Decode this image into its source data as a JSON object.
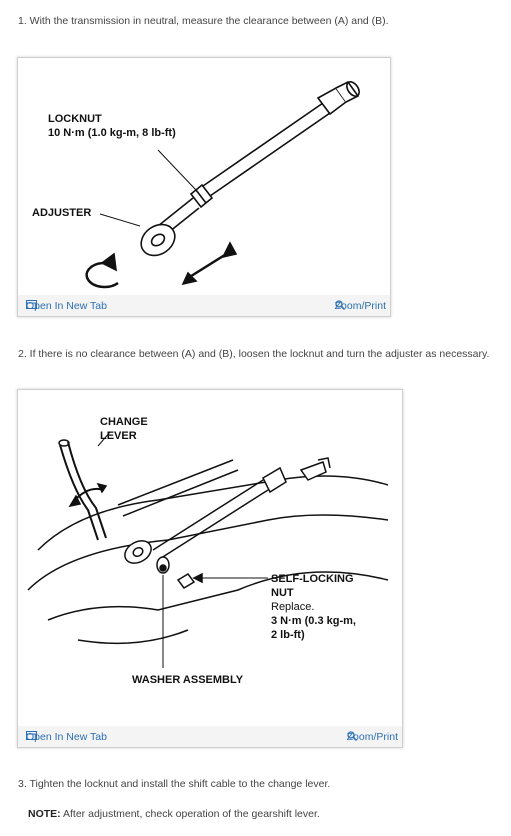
{
  "steps": [
    "1. With the transmission in neutral, measure the clearance between (A) and (B).",
    "2. If there is no clearance between (A) and (B), loosen the locknut and turn the adjuster as necessary.",
    "3. Tighten the locknut and install the shift cable to the change lever."
  ],
  "figure1": {
    "locknut_label": "LOCKNUT",
    "locknut_torque": "10 N·m (1.0 kg-m, 8 lb-ft)",
    "adjuster_label": "ADJUSTER",
    "open_link": "Open In New Tab",
    "zoom_link": "Zoom/Print"
  },
  "figure2": {
    "change_label": "CHANGE",
    "lever_label": "LEVER",
    "nut_label_1": "SELF-LOCKING",
    "nut_label_2": "NUT",
    "replace_label": "Replace.",
    "torque_1": "3 N·m (0.3 kg-m,",
    "torque_2": "2 lb-ft)",
    "washer_label": "WASHER ASSEMBLY",
    "open_link": "Open In New Tab",
    "zoom_link": "Zoom/Print"
  },
  "note": {
    "label": "NOTE:",
    "text": " After adjustment, check operation of the gearshift lever."
  },
  "colors": {
    "link": "#2c6fb5",
    "text": "#444444"
  }
}
